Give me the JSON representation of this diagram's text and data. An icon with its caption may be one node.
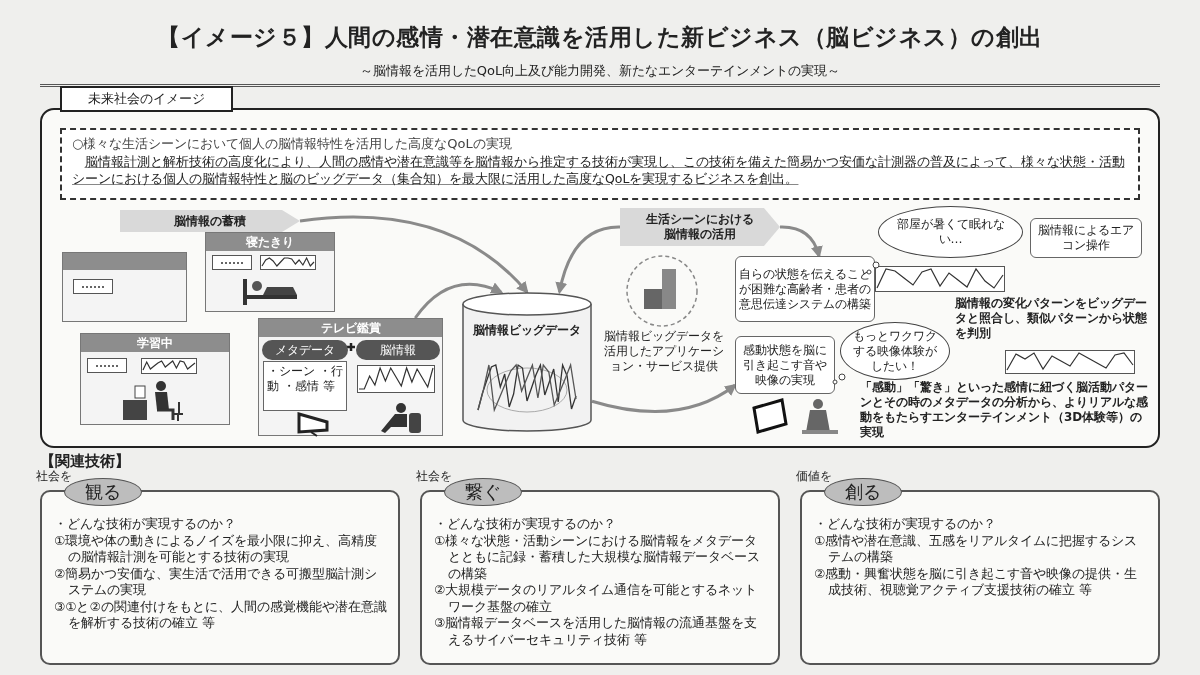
{
  "diagram": {
    "title": "【イメージ５】人間の感情・潜在意識を活用した新ビジネス（脳ビジネス）の創出",
    "nodes": [
      {
        "text": [
          "未来社会のイメージ"
        ]
      },
      {
        "text": [
          "○様々な生活シーンにおいて個人の脳情報特性を活用した高度なQoLの実現",
          "脳情報計測と解析技術の高度化により、人間の感情や潜在意識等を脳情報から推定する技術が実現し、この技術を備えた簡易かつ安価な計測器の普及によって、様々な状態・活動シーンにおける個人の脳情報特性と脳のビッグデータ（集合知）を最大限に活用した高度なQoLを実現するビジネスを創出。"
        ],
        "in": 0
      },
      {
        "text": [
          "脳情報の蓄積"
        ],
        "in": 0
      },
      {
        "text": [],
        "shape": "box",
        "in": 0
      },
      {
        "text": [
          "寝たきり"
        ],
        "in": 0
      },
      {
        "text": [
          "学習中"
        ],
        "in": 0
      },
      {
        "text": [
          "テレビ鑑賞",
          "・シーン ・行動 ・感情 等"
        ],
        "in": 0
      },
      {
        "text": [
          "メタデータ"
        ],
        "in": 6
      },
      {
        "text": [
          "脳情報"
        ],
        "in": 6
      },
      {
        "text": [
          "脳情報ビッグデータ"
        ],
        "in": 0
      },
      {
        "text": [
          "生活シーンにおける脳情報の活用"
        ],
        "in": 0
      },
      {
        "text": [
          "脳情報ビッグデータを活用したアプリケーション・サービス提供"
        ],
        "in": 0
      },
      {
        "text": [
          "自らの状態を伝えることが困難な高齢者・患者の意思伝達システムの構築"
        ],
        "in": 0
      },
      {
        "text": [
          "部屋が暑くて眠れない…"
        ],
        "in": 0
      },
      {
        "text": [
          "脳情報によるエアコン操作"
        ],
        "in": 0
      },
      {
        "text": [
          "感動状態を脳に引き起こす音や映像の実現"
        ],
        "in": 0
      },
      {
        "text": [
          "もっとワクワクする映像体験がしたい！"
        ],
        "in": 0
      },
      {
        "text": [
          "観る",
          "・どんな技術が実現するのか？",
          "①環境や体の動きによるノイズを最小限に抑え、高精度の脳情報計測を可能とする技術の実現",
          "②簡易かつ安価な、実生活で活用できる可搬型脳計測システムの実現",
          "③①と②の関連付けをもとに、人間の感覚機能や潜在意識を解析する技術の確立 等"
        ],
        "beside": [
          "社会を"
        ]
      },
      {
        "text": [
          "繋ぐ",
          "・どんな技術が実現するのか？",
          "①様々な状態・活動シーンにおける脳情報をメタデータとともに記録・蓄積した大規模な脳情報データベースの構築",
          "②大規模データのリアルタイム通信を可能とするネットワーク基盤の確立",
          "③脳情報データベースを活用した脳情報の流通基盤を支えるサイバーセキュリティ技術 等"
        ],
        "beside": [
          "社会を"
        ]
      },
      {
        "text": [
          "創る",
          "・どんな技術が実現するのか？",
          "①感情や潜在意識、五感をリアルタイムに把握するシステムの構築",
          "②感動・興奮状態を脳に引き起こす音や映像の提供・生成技術、視聴覚アクティブ支援技術の確立 等"
        ],
        "beside": [
          "価値を"
        ]
      }
    ],
    "edges": [
      {
        "from": 2,
        "to": 9,
        "arrow": "to"
      },
      {
        "from": 6,
        "to": 9,
        "arrow": "to"
      },
      {
        "from": 10,
        "to": 9,
        "arrow": "to"
      },
      {
        "from": 10,
        "to": 12,
        "arrow": "to"
      },
      {
        "from": 9,
        "to": 15,
        "arrow": "to"
      }
    ],
    "labels": [
      "～脳情報を活用したQoL向上及び能力開発、新たなエンターテインメントの実現～",
      "脳情報の変化パターンをビッグデータと照合し、類似パターンから状態を判別",
      "「感動」「驚き」といった感情に紐づく脳活動パターンとその時のメタデータの分析から、よりリアルな感動をもたらすエンターテインメント（3D体験等）の実現",
      "【関連技術】"
    ]
  }
}
